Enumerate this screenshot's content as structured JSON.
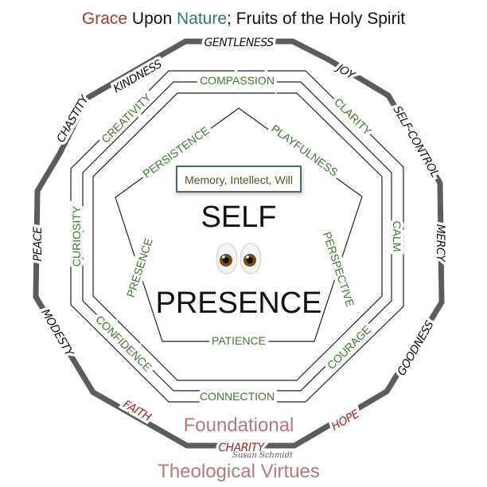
{
  "title": {
    "part1": "Grace",
    "part2": " Upon ",
    "part3": "Nature",
    "part4": "; Fruits of the Holy Spirit"
  },
  "outer_virtues": {
    "gentleness": "GENTLENESS",
    "joy": "JOY",
    "self_control": "SELF-CONTROL",
    "mercy": "MERCY",
    "goodness": "GOODNESS",
    "hope": "HOPE",
    "charity": "CHARITY",
    "faith": "FAITH",
    "modesty": "MODESTY",
    "peace": "PEACE",
    "chastity": "CHASTITY",
    "kindness": "KINDNESS"
  },
  "octagon_qualities": {
    "compassion": "COMPASSION",
    "clarity": "CLARITY",
    "calm": "CALM",
    "courage": "COURAGE",
    "connection": "CONNECTION",
    "confidence": "CONFIDENCE",
    "curiosity": "CURIOSITY",
    "creativity": "CREATIVITY"
  },
  "pentagon_qualities": {
    "persistence": "PERSISTENCE",
    "playfulness": "PLAYFULNESS",
    "perspective": "PERSPECTIVE",
    "patience": "PATIENCE",
    "presence": "PRESENCE"
  },
  "center": {
    "faculties": "Memory, Intellect, Will",
    "self": "SELF",
    "presence": "PRESENCE"
  },
  "footer": {
    "foundational": "Foundational",
    "theological": "Theological Virtues"
  },
  "signature": "Susan Schmidt",
  "colors": {
    "grace": "#a33a2e",
    "nature": "#2e7a6a",
    "green": "#3d7a2c",
    "red": "#a3261f",
    "outline": "#5c5c5c"
  }
}
